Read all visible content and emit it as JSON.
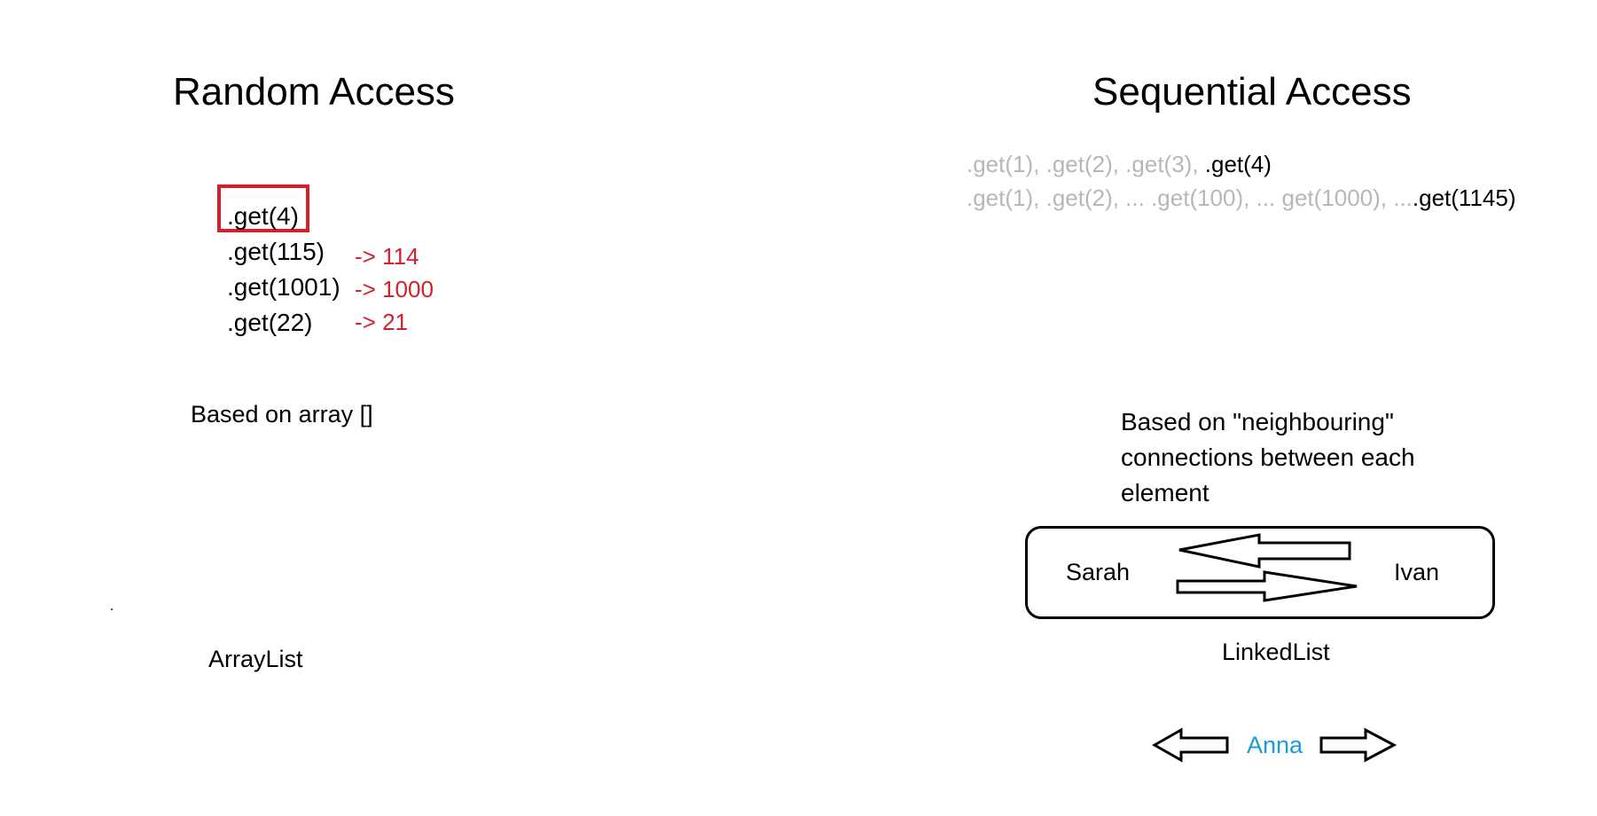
{
  "left": {
    "title": "Random Access",
    "calls": [
      ".get(4)",
      ".get(115)",
      ".get(1001)",
      ".get(22)"
    ],
    "indexes": [
      "-> 114",
      "-> 1000",
      "-> 21"
    ],
    "basis": "Based on array []",
    "name": "ArrayList"
  },
  "right": {
    "title": "Sequential Access",
    "line1": {
      "gray": ".get(1), .get(2), .get(3), ",
      "dark": ".get(4)"
    },
    "line2": {
      "gray": ".get(1), .get(2), ... .get(100), ...  get(1000), ...",
      "dark": ".get(1145)"
    },
    "basis": "Based on \"neighbouring\" connections between each element",
    "node_left": "Sarah",
    "node_right": "Ivan",
    "name": "LinkedList",
    "extra_node": "Anna"
  },
  "colors": {
    "highlight": "#d0222b",
    "muted_text": "#b7b7b7",
    "accent_blue": "#1a9bd7"
  }
}
